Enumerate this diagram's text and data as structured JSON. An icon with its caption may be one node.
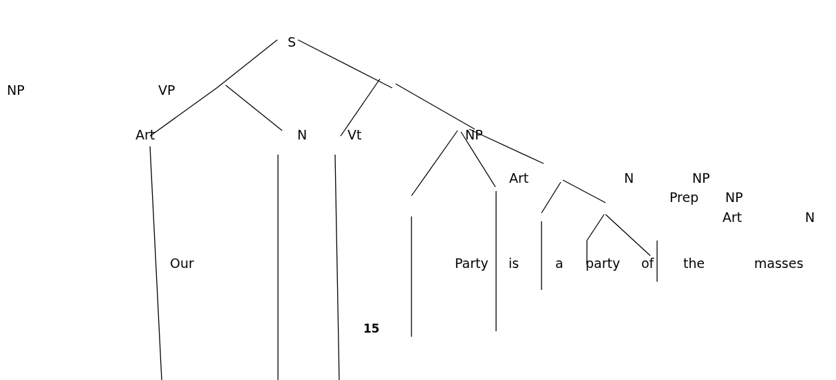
{
  "diagram": {
    "labels": [
      "S",
      "NP",
      "VP",
      "Art",
      "N",
      "Vt",
      "NP",
      "Art",
      "N",
      "NP",
      "Prep",
      "NP",
      "Art",
      "N",
      "Our",
      "Party",
      "is",
      "a",
      "party",
      "of",
      "the",
      "masses",
      "15"
    ]
  }
}
